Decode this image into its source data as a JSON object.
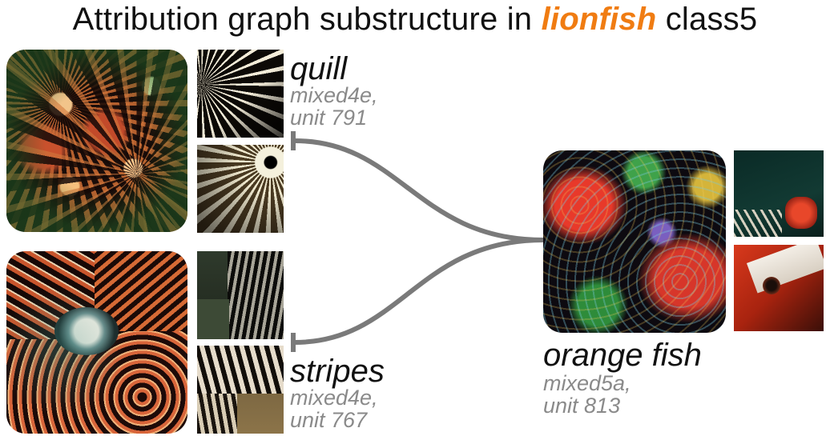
{
  "title": {
    "prefix": "Attribution graph substructure in",
    "highlight": "lionfish",
    "suffix": "class5"
  },
  "colors": {
    "highlight": "#f07c12",
    "edge": "#7a7a7a",
    "sublabel": "#8a8a8a"
  },
  "nodes": [
    {
      "name": "quill",
      "layer": "mixed4e,",
      "unit": "unit 791"
    },
    {
      "name": "stripes",
      "layer": "mixed4e,",
      "unit": "unit 767"
    },
    {
      "name": "orange fish",
      "layer": "mixed5a,",
      "unit": "unit 813"
    }
  ]
}
